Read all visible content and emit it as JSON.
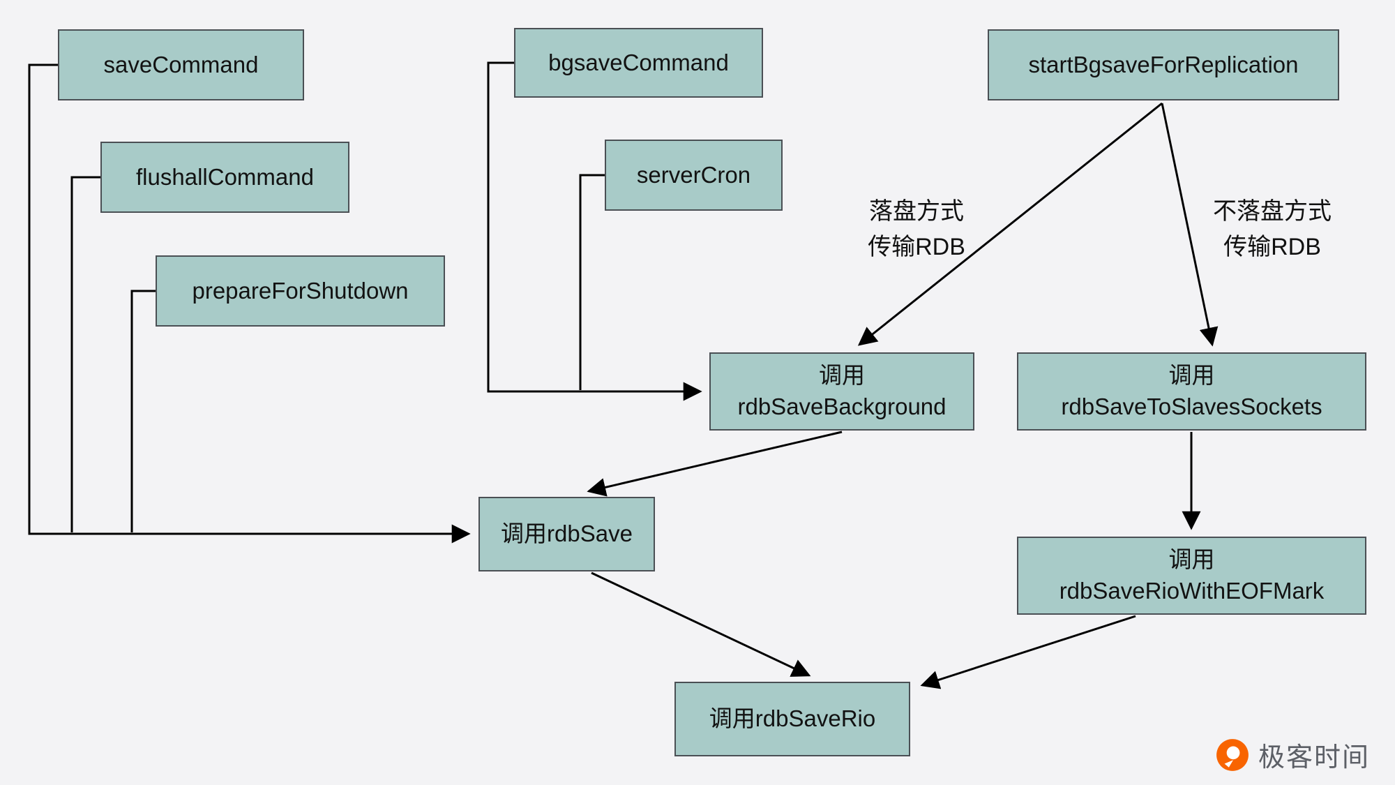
{
  "diagram_title": "Redis RDB save call graph",
  "colors": {
    "background": "#f3f3f5",
    "node_fill": "#a8cbc8",
    "node_border": "#4a4f54",
    "arrow": "#000000",
    "logo_orange": "#f86400",
    "brand_text": "#5c5f66"
  },
  "nodes": {
    "saveCommand": {
      "label": "saveCommand"
    },
    "flushallCommand": {
      "label": "flushallCommand"
    },
    "prepareForShutdown": {
      "label": "prepareForShutdown"
    },
    "bgsaveCommand": {
      "label": "bgsaveCommand"
    },
    "serverCron": {
      "label": "serverCron"
    },
    "startBgsaveForReplication": {
      "label": "startBgsaveForReplication"
    },
    "rdbSaveBackground": {
      "line1": "调用",
      "line2": "rdbSaveBackground"
    },
    "rdbSaveToSlavesSockets": {
      "line1": "调用",
      "line2": "rdbSaveToSlavesSockets"
    },
    "rdbSave": {
      "label": "调用rdbSave"
    },
    "rdbSaveRioWithEOFMark": {
      "line1": "调用",
      "line2": "rdbSaveRioWithEOFMark"
    },
    "rdbSaveRio": {
      "label": "调用rdbSaveRio"
    }
  },
  "edge_labels": {
    "disk": {
      "line1": "落盘方式",
      "line2": "传输RDB"
    },
    "nodisk": {
      "line1": "不落盘方式",
      "line2": "传输RDB"
    }
  },
  "watermark": {
    "brand": "极客时间"
  }
}
